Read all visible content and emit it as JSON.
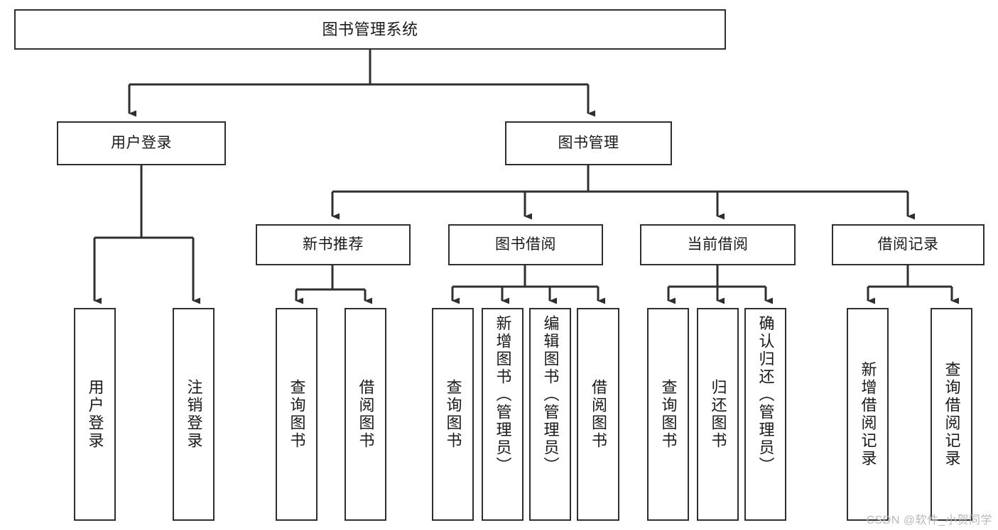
{
  "diagram": {
    "title": "图书管理系统",
    "type": "tree-hierarchy-chart",
    "watermark": "CSDN @软件_小贺同学",
    "root": {
      "label": "图书管理系统"
    },
    "level1": [
      {
        "label": "用户登录"
      },
      {
        "label": "图书管理"
      }
    ],
    "level2": [
      {
        "label": "新书推荐"
      },
      {
        "label": "图书借阅"
      },
      {
        "label": "当前借阅"
      },
      {
        "label": "借阅记录"
      }
    ],
    "leaves": [
      {
        "label": "用户登录"
      },
      {
        "label": "注销登录"
      },
      {
        "label": "查询图书"
      },
      {
        "label": "借阅图书"
      },
      {
        "label": "查询图书"
      },
      {
        "label": "新增图书（管理员）"
      },
      {
        "label": "编辑图书（管理员）"
      },
      {
        "label": "借阅图书"
      },
      {
        "label": "查询图书"
      },
      {
        "label": "归还图书"
      },
      {
        "label": "确认归还（管理员）"
      },
      {
        "label": "新增借阅记录"
      },
      {
        "label": "查询借阅记录"
      }
    ],
    "colors": {
      "stroke": "#2f2f2f",
      "fill": "#ffffff",
      "text": "#1a1a1a",
      "watermark": "#b9b9b9"
    }
  }
}
